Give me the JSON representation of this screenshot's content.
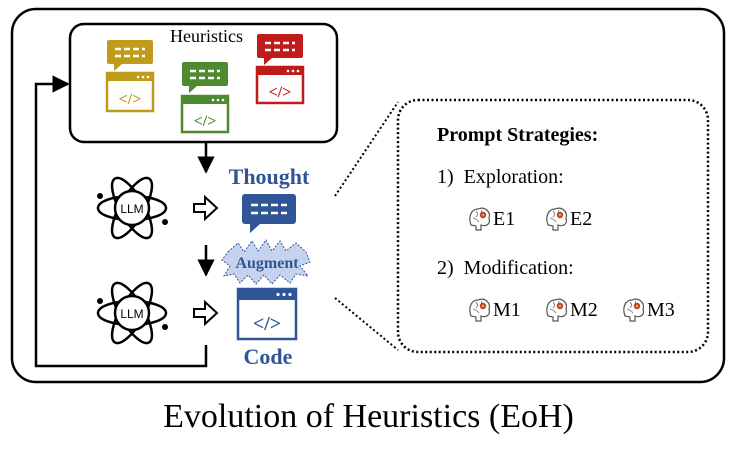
{
  "heuristics_label": "Heuristics",
  "thought_label": "Thought",
  "augment_label": "Augment",
  "code_label": "Code",
  "llm_label": "LLM",
  "prompt_strategies": {
    "title": "Prompt Strategies:",
    "exploration_label": "1)  Exploration:",
    "exploration_items": [
      "E1",
      "E2"
    ],
    "modification_label": "2)  Modification:",
    "modification_items": [
      "M1",
      "M2",
      "M3"
    ]
  },
  "caption": "Evolution of Heuristics (EoH)",
  "colors": {
    "gold": "#c09a1a",
    "green": "#4e8a2f",
    "red": "#c01b1b",
    "blue": "#2f5597",
    "outline": "#000000"
  },
  "icons": {
    "speech": "speech-bubble-icon",
    "code": "code-window-icon",
    "llm": "llm-atom-icon",
    "brain": "brain-icon",
    "arrow": "hollow-arrow-icon"
  }
}
